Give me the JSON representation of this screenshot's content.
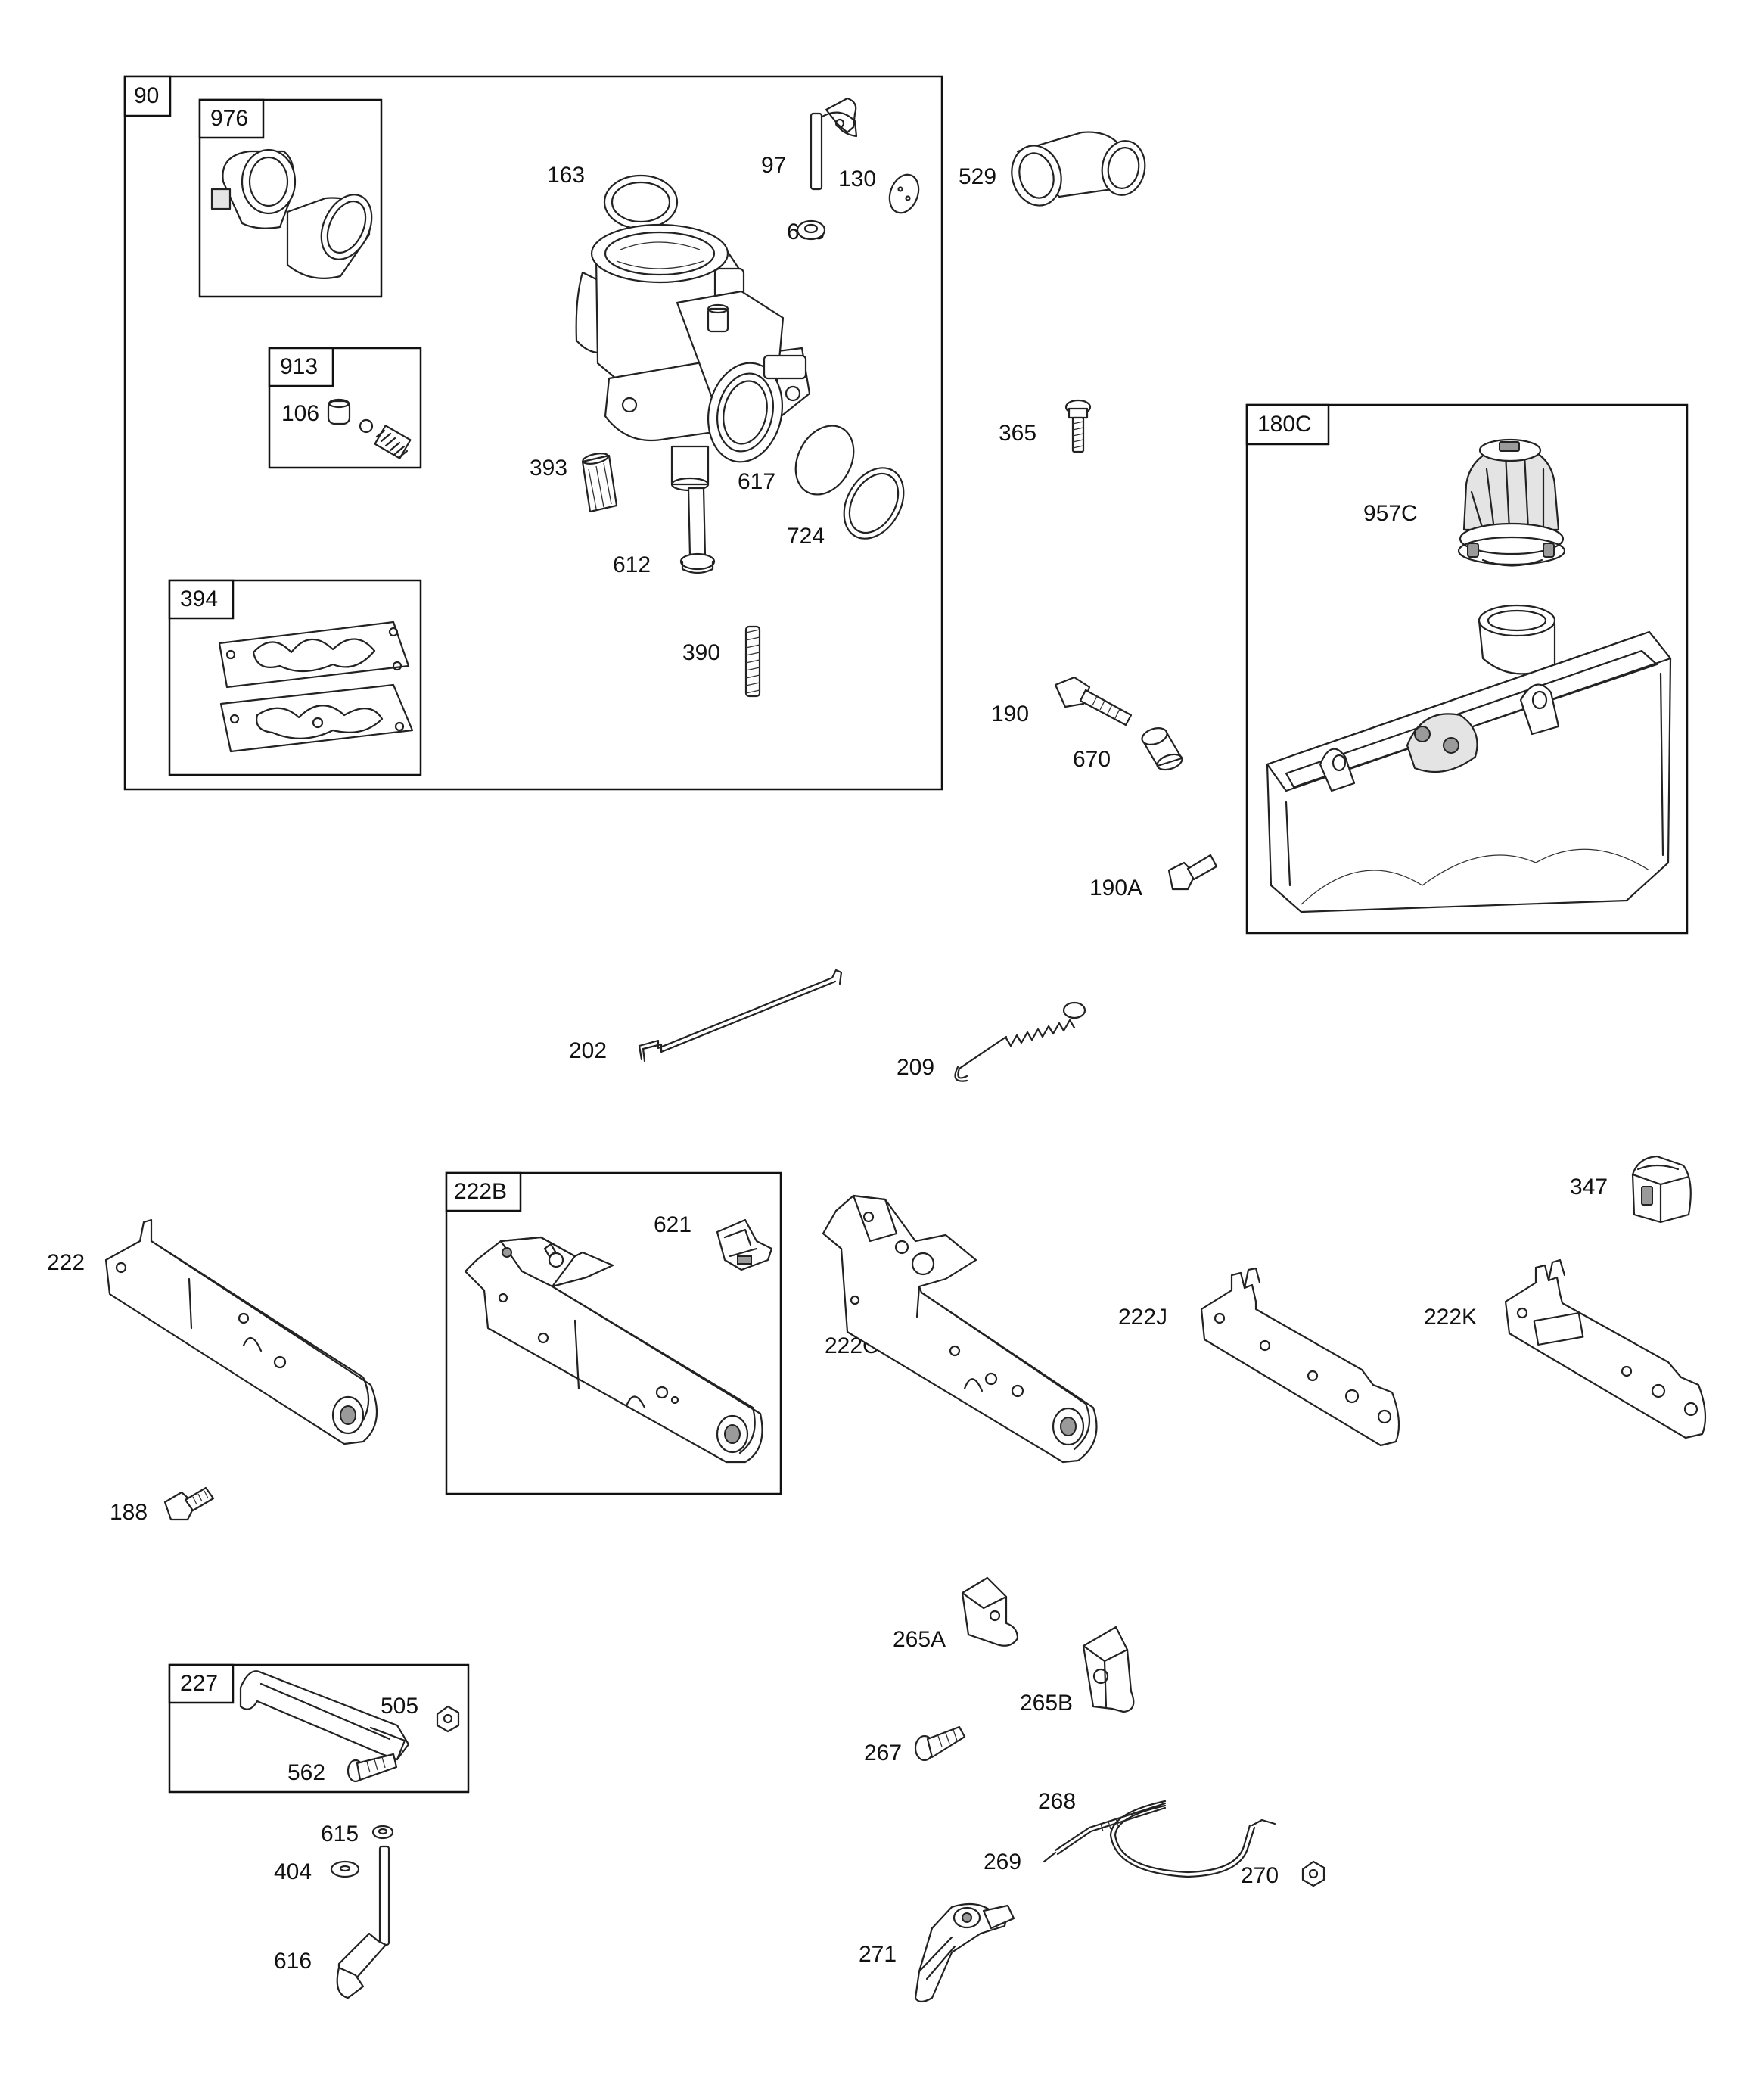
{
  "groups": {
    "g90": "90",
    "g976": "976",
    "g913": "913",
    "g394": "394",
    "g180C": "180C",
    "g222B": "222B",
    "g227": "227"
  },
  "parts": {
    "p163": "163",
    "p97": "97",
    "p130": "130",
    "p633": "633",
    "p529": "529",
    "p106": "106",
    "p393": "393",
    "p617": "617",
    "p724": "724",
    "p612": "612",
    "p390": "390",
    "p365": "365",
    "p957C": "957C",
    "p190": "190",
    "p670": "670",
    "p190A": "190A",
    "p202": "202",
    "p209": "209",
    "p222": "222",
    "p621": "621",
    "p222C": "222C",
    "p347": "347",
    "p222J": "222J",
    "p222K": "222K",
    "p188": "188",
    "p265A": "265A",
    "p265B": "265B",
    "p505": "505",
    "p562": "562",
    "p267": "267",
    "p268": "268",
    "p615": "615",
    "p269": "269",
    "p270": "270",
    "p404": "404",
    "p616": "616",
    "p271": "271"
  }
}
